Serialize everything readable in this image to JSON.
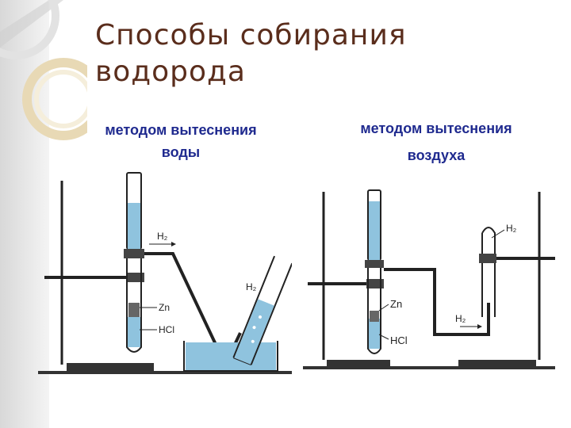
{
  "slide": {
    "title": "Способы собирания водорода"
  },
  "left_method": {
    "caption_line1": "методом вытеснения",
    "caption_line2": "воды",
    "label_h2_arrow": "H₂",
    "label_h2_tube": "H₂",
    "label_zn": "Zn",
    "label_hcl": "HCl"
  },
  "right_method": {
    "caption_line1": "методом вытеснения",
    "caption_line2": "воздуха",
    "label_h2_tube": "H₂",
    "label_h2_arrow": "H₂",
    "label_zn": "Zn",
    "label_hcl": "HCl"
  },
  "colors": {
    "title": "#5a2d1c",
    "caption": "#1f2a8f",
    "water": "#8fc3de",
    "line": "#222222"
  }
}
